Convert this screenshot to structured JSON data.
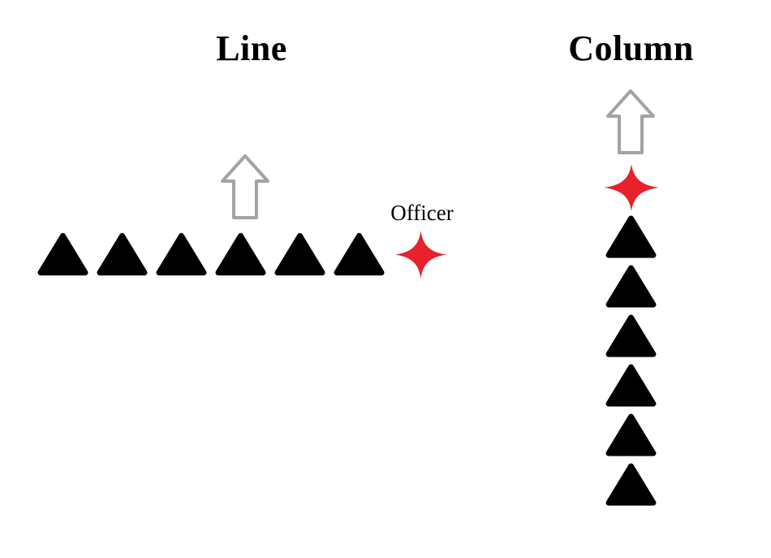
{
  "diagram": {
    "background": "#ffffff",
    "left_formation": {
      "title": "Line",
      "soldier_count": 6,
      "officer_label": "Officer",
      "facing": "up"
    },
    "right_formation": {
      "title": "Column",
      "soldier_count": 6,
      "facing": "up"
    },
    "icons": {
      "soldier": "black-triangle-up",
      "officer": "red-four-point-star",
      "advance": "gray-up-arrow-outline"
    },
    "colors": {
      "soldier": "#000000",
      "officer": "#e8212d",
      "arrow_outline": "#a3a3a3",
      "title": "#000000"
    }
  }
}
